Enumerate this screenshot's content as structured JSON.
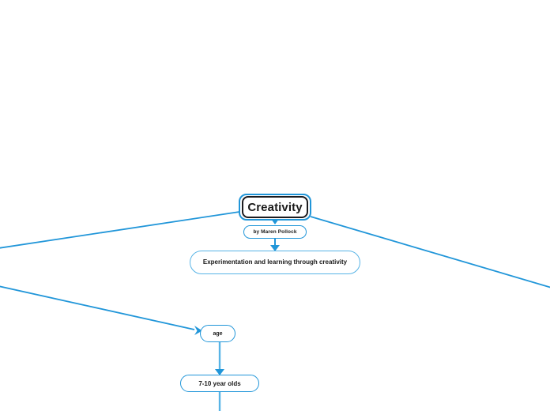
{
  "mindmap": {
    "background_color": "#ffffff",
    "edge_color": "#2196d9",
    "edge_color_light": "#58b4e6",
    "node_border_dark": "#1b1b1f",
    "text_color": "#1a1a1a",
    "nodes": {
      "root": {
        "label": "Creativity"
      },
      "author": {
        "label": "by Maren Pollock"
      },
      "topic": {
        "label": "Experimentation and learning through creativity"
      },
      "age": {
        "label": "age"
      },
      "age_range": {
        "label": "7-10 year olds"
      }
    },
    "edges": [
      {
        "name": "edge-root-to-author",
        "arrow": "down"
      },
      {
        "name": "edge-author-to-topic",
        "arrow": "down"
      },
      {
        "name": "edge-root-to-left-offscreen",
        "arrow": "none"
      },
      {
        "name": "edge-root-to-right-offscreen",
        "arrow": "none"
      },
      {
        "name": "edge-offscreen-to-age",
        "arrow": "right"
      },
      {
        "name": "edge-age-to-age-range",
        "arrow": "down"
      },
      {
        "name": "edge-age-range-to-offscreen",
        "arrow": "none"
      }
    ]
  }
}
